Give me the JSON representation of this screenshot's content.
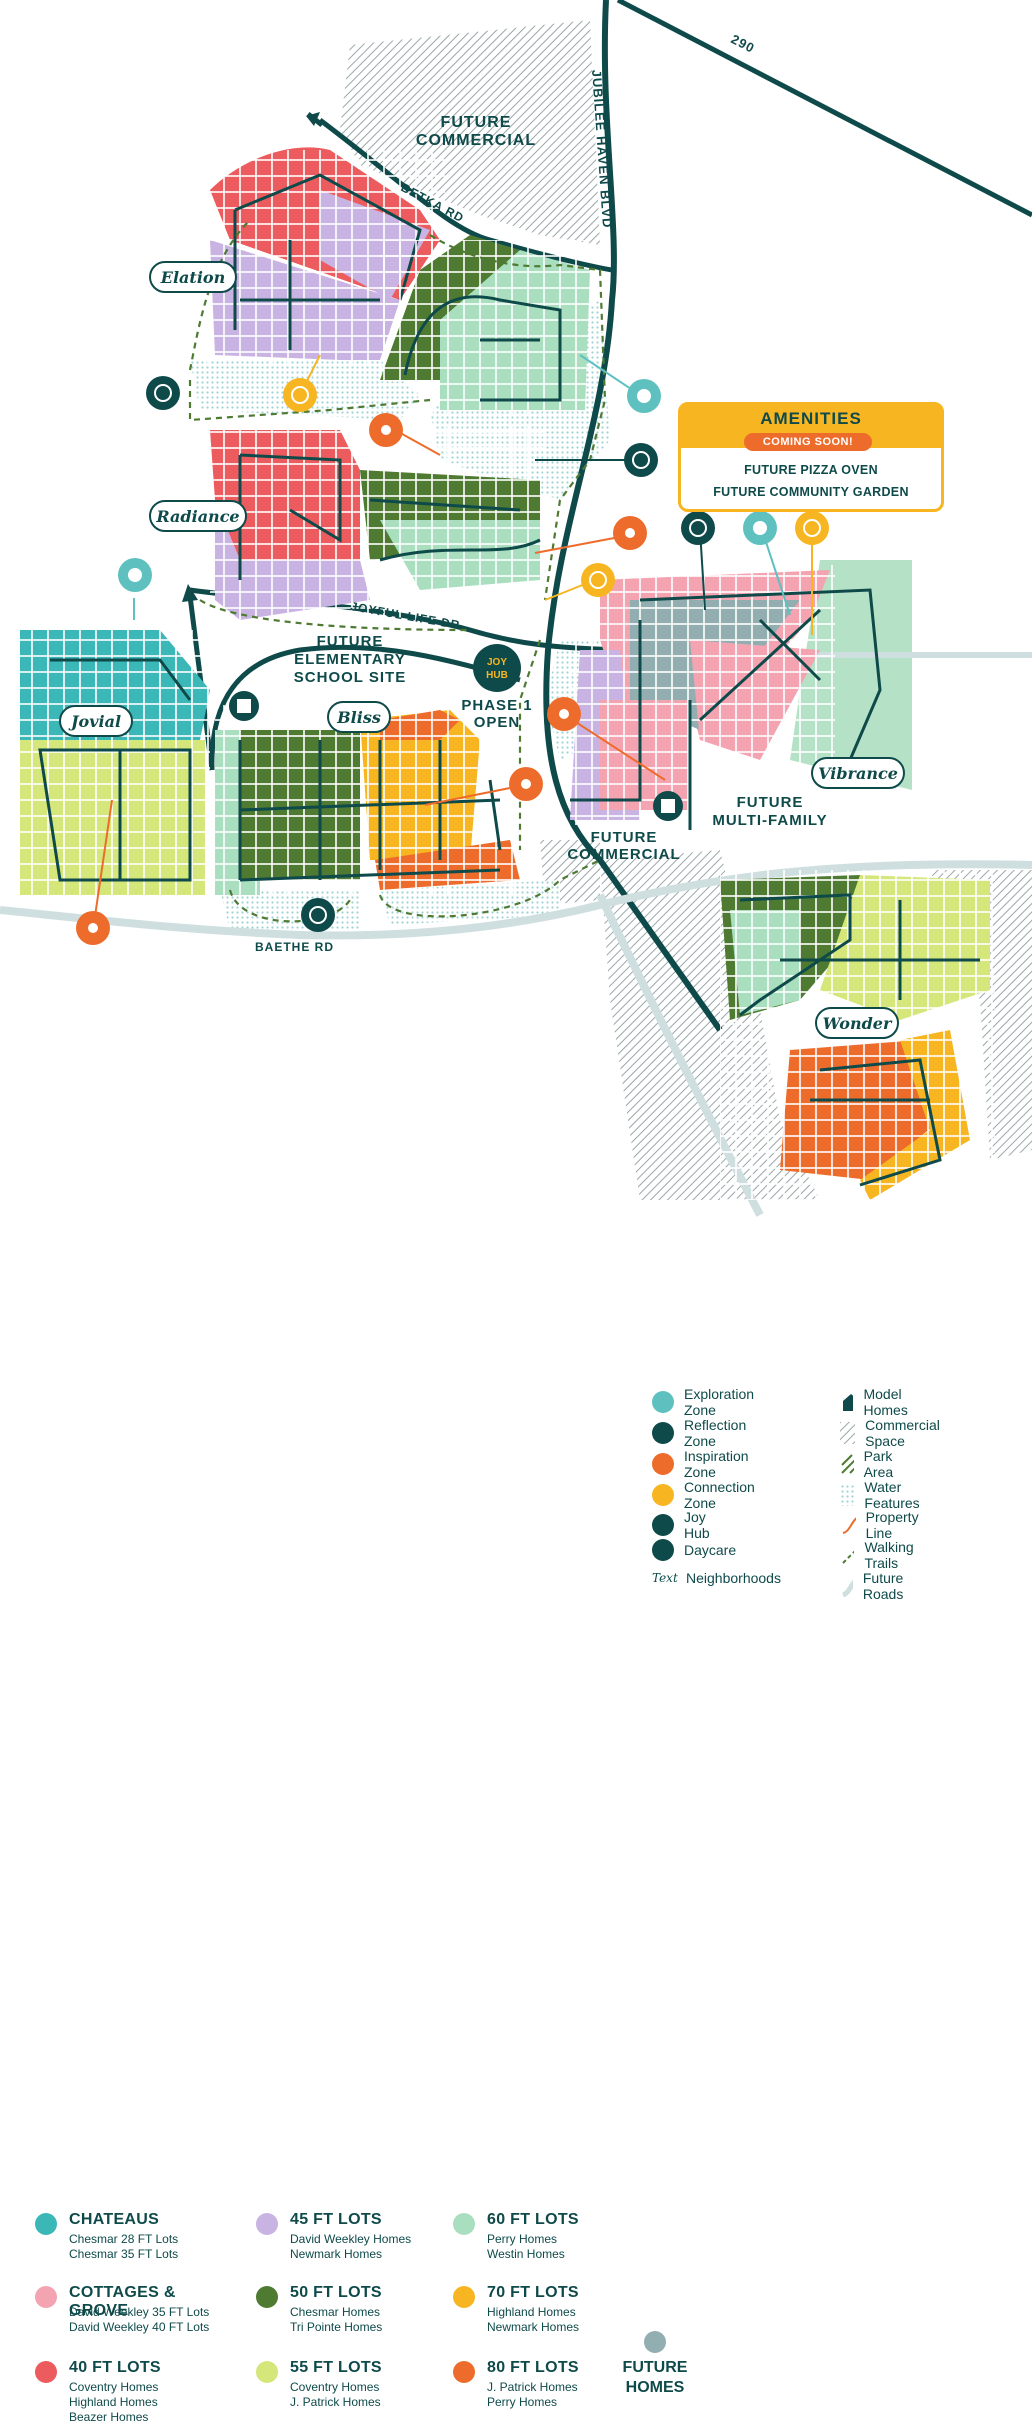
{
  "map": {
    "roads": {
      "hwy": "290",
      "blvd": "JUBILEE HAVEN BLVD",
      "betka": "BETKA RD",
      "joyful": "JOYFUL LIFE DR",
      "baethe": "BAETHE RD"
    },
    "areas": {
      "future_commercial_top": [
        "FUTURE",
        "COMMERCIAL"
      ],
      "future_elementary": [
        "FUTURE",
        "ELEMENTARY",
        "SCHOOL SITE"
      ],
      "phase1": [
        "PHASE 1",
        "OPEN"
      ],
      "future_multifamily": [
        "FUTURE",
        "MULTI-FAMILY"
      ],
      "future_commercial_mid": [
        "FUTURE",
        "COMMERCIAL"
      ]
    },
    "neighborhoods": [
      "Elation",
      "Radiance",
      "Jovial",
      "Bliss",
      "Vibrance",
      "Wonder"
    ],
    "joy_hub_lines": [
      "JOY",
      "HUB"
    ]
  },
  "zone_legend": [
    {
      "label": "Exploration Zone",
      "color": "#5fc0c0",
      "icon": "leaf-icon"
    },
    {
      "label": "Reflection Zone",
      "color": "#0f4a4a",
      "icon": "meditation-icon"
    },
    {
      "label": "Inspiration Zone",
      "color": "#ee6c2b",
      "icon": "sparkle-icon"
    },
    {
      "label": "Connection Zone",
      "color": "#f7b621",
      "icon": "heart-hands-icon"
    },
    {
      "label": "Joy Hub",
      "color": "#0f4a4a",
      "icon": "joy-hub-icon"
    },
    {
      "label": "Daycare",
      "color": "#0f4a4a",
      "icon": "abc-blocks-icon"
    },
    {
      "label": "Neighborhoods",
      "glyph": "Text",
      "icon": "text-icon"
    }
  ],
  "feature_legend": [
    {
      "label": "Model Homes",
      "icon": "house-icon"
    },
    {
      "label": "Commercial Space",
      "icon": "hatch-icon"
    },
    {
      "label": "Park Area",
      "icon": "park-hatch-icon"
    },
    {
      "label": "Water Features",
      "icon": "water-dots-icon"
    },
    {
      "label": "Property Line",
      "icon": "property-line-icon"
    },
    {
      "label": "Walking Trails",
      "icon": "trail-icon"
    },
    {
      "label": "Future Roads",
      "icon": "future-road-icon"
    }
  ],
  "amenities": {
    "title": "AMENITIES",
    "badge": "COMING SOON!",
    "items": [
      "FUTURE PIZZA OVEN",
      "FUTURE COMMUNITY GARDEN"
    ]
  },
  "lot_legend": [
    {
      "title": "CHATEAUS",
      "color": "#3cb7b7",
      "builders": [
        "Chesmar 28 FT Lots",
        "Chesmar 35 FT Lots"
      ]
    },
    {
      "title": "45 FT LOTS",
      "color": "#c9b3e3",
      "builders": [
        "David Weekley Homes",
        "Newmark Homes"
      ]
    },
    {
      "title": "60 FT LOTS",
      "color": "#a9dfbf",
      "builders": [
        "Perry Homes",
        "Westin Homes"
      ]
    },
    {
      "title": "COTTAGES & GROVE",
      "color": "#f4a3b1",
      "builders": [
        "David Weekley 35 FT Lots",
        "David Weekley 40 FT Lots"
      ]
    },
    {
      "title": "50 FT LOTS",
      "color": "#4e7a32",
      "builders": [
        "Chesmar Homes",
        "Tri Pointe Homes"
      ]
    },
    {
      "title": "70 FT LOTS",
      "color": "#f7b621",
      "builders": [
        "Highland Homes",
        "Newmark Homes"
      ]
    },
    {
      "title": "40 FT LOTS",
      "color": "#ec5b5e",
      "builders": [
        "Coventry Homes",
        "Highland Homes",
        "Beazer Homes"
      ]
    },
    {
      "title": "55 FT LOTS",
      "color": "#d5e67a",
      "builders": [
        "Coventry Homes",
        "J. Patrick Homes"
      ]
    },
    {
      "title": "80 FT LOTS",
      "color": "#ee6c2b",
      "builders": [
        "J. Patrick Homes",
        "Perry Homes"
      ]
    }
  ],
  "future_homes": {
    "label_lines": [
      "FUTURE",
      "HOMES"
    ],
    "color": "#93aeb1"
  }
}
